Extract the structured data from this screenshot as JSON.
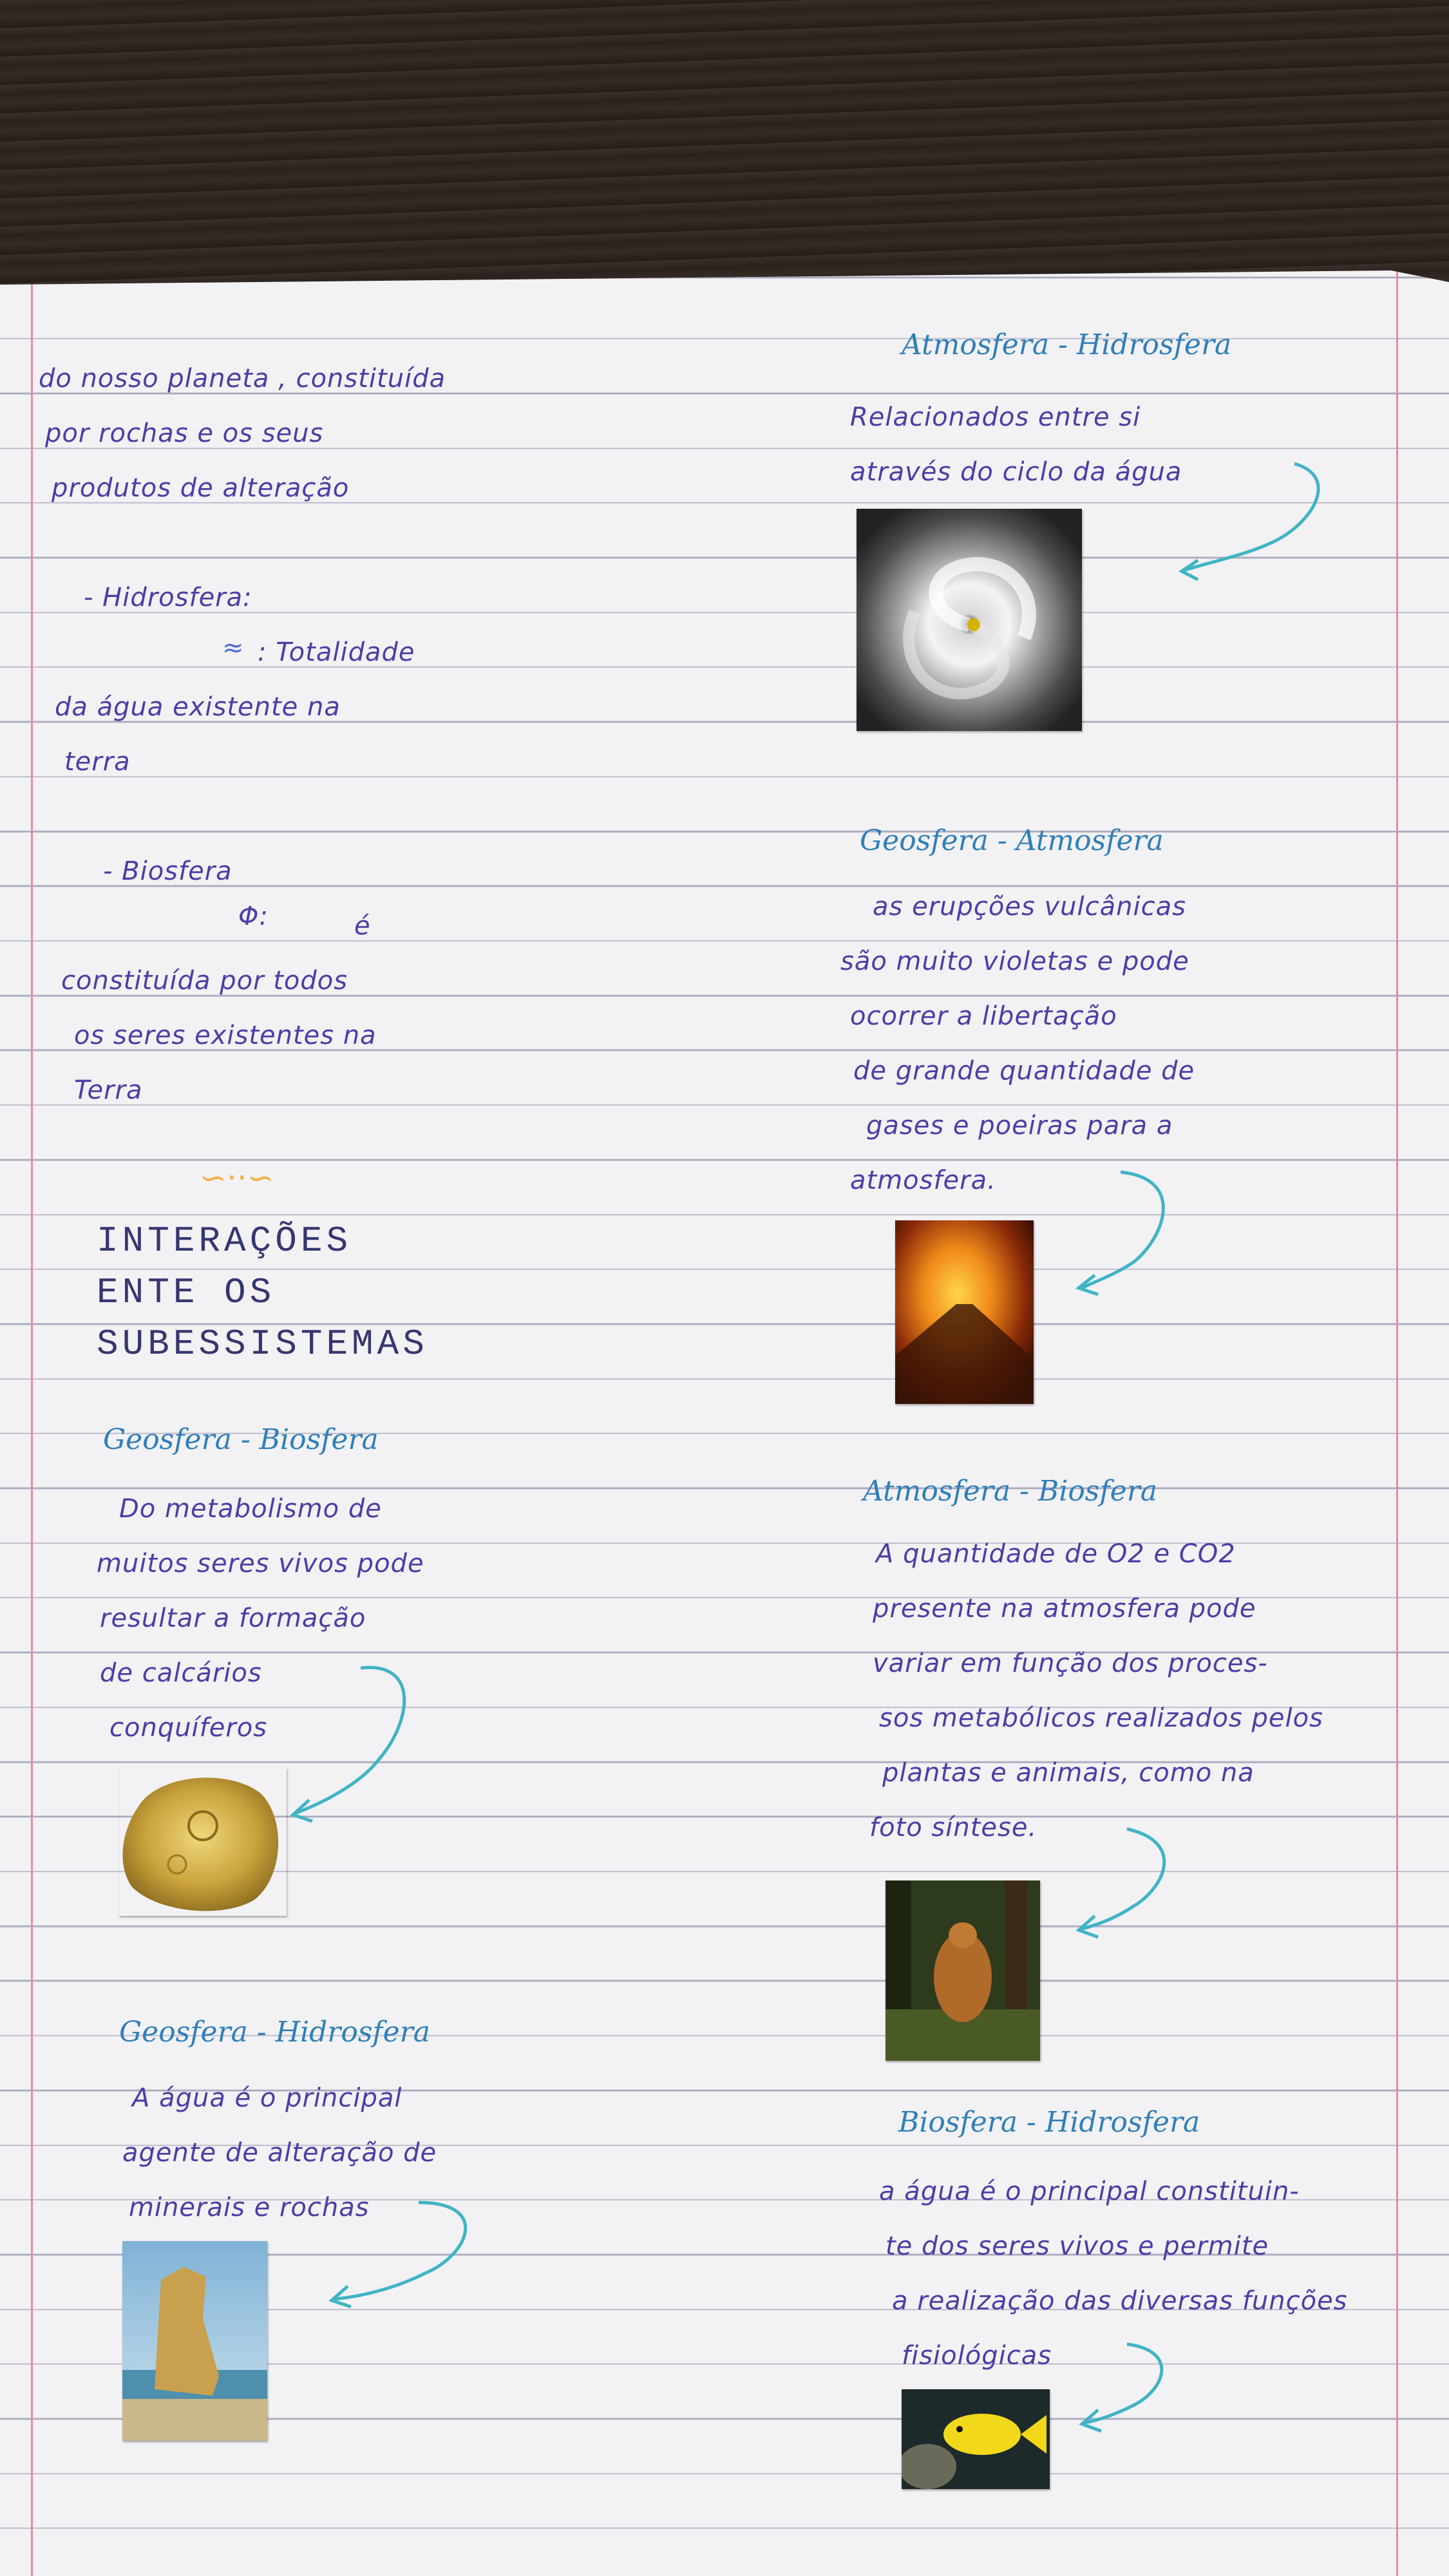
{
  "left": {
    "litosfera_lines": [
      "do nosso planeta , constituída",
      "por rochas  e os  seus",
      "produtos  de alteração"
    ],
    "hidrosfera_label": "- Hidrosfera:",
    "hidrosfera_symbol": "≈",
    "hidrosfera_lines": [
      ": Totalidade",
      "da  água  existente  na",
      "terra"
    ],
    "biosfera_label": "- Biosfera",
    "biosfera_symbol": "Φ:",
    "biosfera_lines": [
      "é",
      "constituída  por todos",
      "os  seres existentes na",
      "Terra"
    ],
    "doodle": "∽··∽",
    "title_lines": [
      "INTERAÇÕES",
      "ENTE OS",
      "SUBESSISTEMAS"
    ],
    "geo_bio": {
      "heading": "Geosfera - Biosfera",
      "lines": [
        "Do metabolismo  de",
        "muitos seres vivos pode",
        "resultar  a formação",
        "de  calcários",
        "conquíferos"
      ]
    },
    "geo_hidro": {
      "heading": "Geosfera - Hidrosfera",
      "lines": [
        "A  água  é  o principal",
        "agente  de alteração de",
        "minerais e  rochas"
      ]
    }
  },
  "right": {
    "atmo_hidro": {
      "heading": "Atmosfera - Hidrosfera",
      "lines": [
        "Relacionados entre si",
        "através  do ciclo da  água"
      ]
    },
    "geo_atmo": {
      "heading": "Geosfera - Atmosfera",
      "lines": [
        "as  erupções  vulcânicas",
        "são muito violetas  e pode",
        "ocorrer   a libertação",
        "de grande  quantidade  de",
        "gases  e  poeiras  para a",
        "atmosfera."
      ]
    },
    "atmo_bio": {
      "heading": "Atmosfera - Biosfera",
      "lines": [
        "A  quantidade  de  O2  e  CO2",
        "presente na atmosfera  pode",
        "variar  em  função  dos  proces-",
        "sos  metabólicos  realizados pelos",
        "plantas  e  animais,  como  na",
        "foto síntese."
      ]
    },
    "bio_hidro": {
      "heading": "Biosfera - Hidrosfera",
      "lines": [
        "a  água  é o principal  constituin-",
        "te  dos  seres  vivos  e permite",
        "a  realização  das  diversas  funções",
        "fisiológicas"
      ]
    }
  },
  "colors": {
    "ink": "#4a3ea6",
    "heading_ink": "#2f7fb8",
    "arrow_ink": "#3fb4c4",
    "margin_line": "#e88aa6",
    "doodle_ink": "#f0b24a"
  },
  "pictures": [
    "hurricane-photo",
    "volcano-photo",
    "fossil-photo",
    "forest-animal-photo",
    "coastal-rock-photo",
    "yellow-fish-photo"
  ]
}
